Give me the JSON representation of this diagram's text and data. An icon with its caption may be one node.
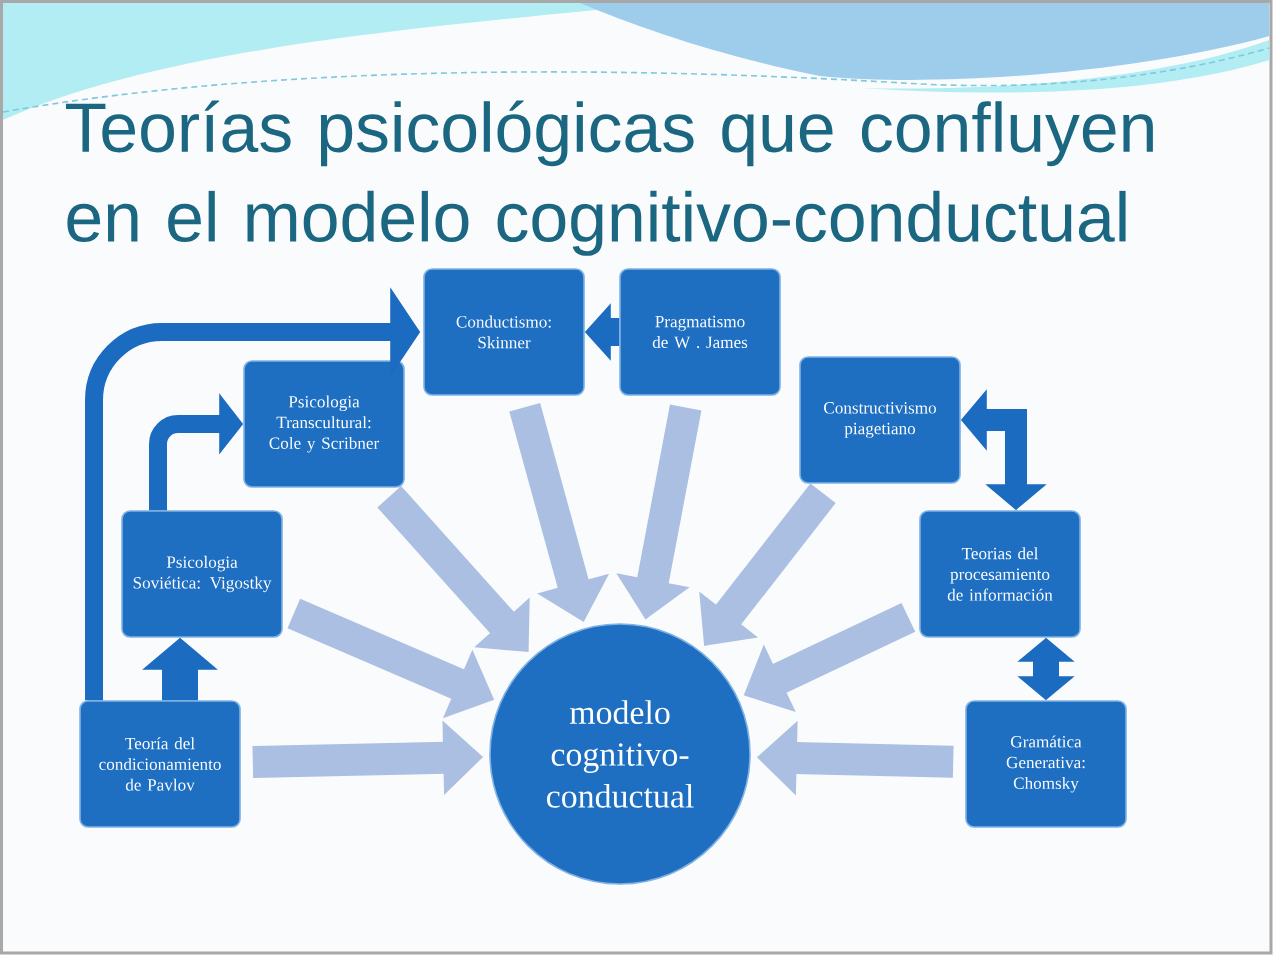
{
  "diagram": {
    "title": "Teorías psicológicas que confluyen en el modelo cognitivo-conductual",
    "nodes": [
      {
        "text": [
          "modelo cognitivo-conductual"
        ]
      },
      {
        "text": [
          "Teoría del condicionamiento de Pavlov"
        ]
      },
      {
        "text": [
          "Psicologia Soviética: Vigostky"
        ]
      },
      {
        "text": [
          "Psicologia Transcultural: Cole y Scribner"
        ]
      },
      {
        "text": [
          "Conductismo: Skinner"
        ]
      },
      {
        "text": [
          "Pragmatismo de W . James"
        ]
      },
      {
        "text": [
          "Constructivismo piagetiano"
        ]
      },
      {
        "text": [
          "Teorias del procesamiento de información"
        ]
      },
      {
        "text": [
          "Gramática Generativa: Chomsky"
        ]
      }
    ],
    "edges": [
      {
        "from": 1,
        "to": 0,
        "arrow": "to"
      },
      {
        "from": 2,
        "to": 0,
        "arrow": "to"
      },
      {
        "from": 3,
        "to": 0,
        "arrow": "to"
      },
      {
        "from": 4,
        "to": 0,
        "arrow": "to"
      },
      {
        "from": 5,
        "to": 0,
        "arrow": "to"
      },
      {
        "from": 6,
        "to": 0,
        "arrow": "to"
      },
      {
        "from": 7,
        "to": 0,
        "arrow": "to"
      },
      {
        "from": 8,
        "to": 0,
        "arrow": "to"
      },
      {
        "from": 1,
        "to": 2,
        "arrow": "to",
        "color": "#1b6cc0"
      },
      {
        "from": 2,
        "to": 3,
        "arrow": "to",
        "color": "#1b6cc0"
      },
      {
        "from": 1,
        "to": 4,
        "arrow": "to",
        "color": "#1b6cc0"
      },
      {
        "from": 5,
        "to": 4,
        "arrow": "to",
        "color": "#1b6cc0"
      },
      {
        "from": 6,
        "to": 7,
        "arrow": "both",
        "color": "#1b6cc0"
      },
      {
        "from": 7,
        "to": 8,
        "arrow": "both",
        "color": "#1b6cc0"
      }
    ]
  }
}
